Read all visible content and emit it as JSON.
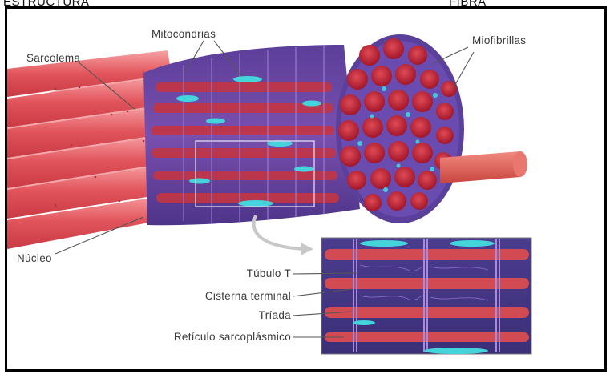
{
  "captions": {
    "left": "ESTRUCTURA",
    "right": "FIBRA"
  },
  "labels": {
    "mitocondrias": "Mitocondrias",
    "sarcolema": "Sarcolema",
    "miofibrillas": "Miofibrillas",
    "nucleo": "Núcleo",
    "tubulo_t": "Túbulo T",
    "cisterna_terminal": "Cisterna terminal",
    "triada": "Tríada",
    "reticulo": "Retículo sarcoplásmico"
  },
  "colors": {
    "fiber_red": "#d8424a",
    "fiber_pink": "#f07a7e",
    "myofibril_dark": "#b81f2c",
    "reticulum_purple": "#6b4fa8",
    "mitochondria_cyan": "#3fd0d8"
  }
}
